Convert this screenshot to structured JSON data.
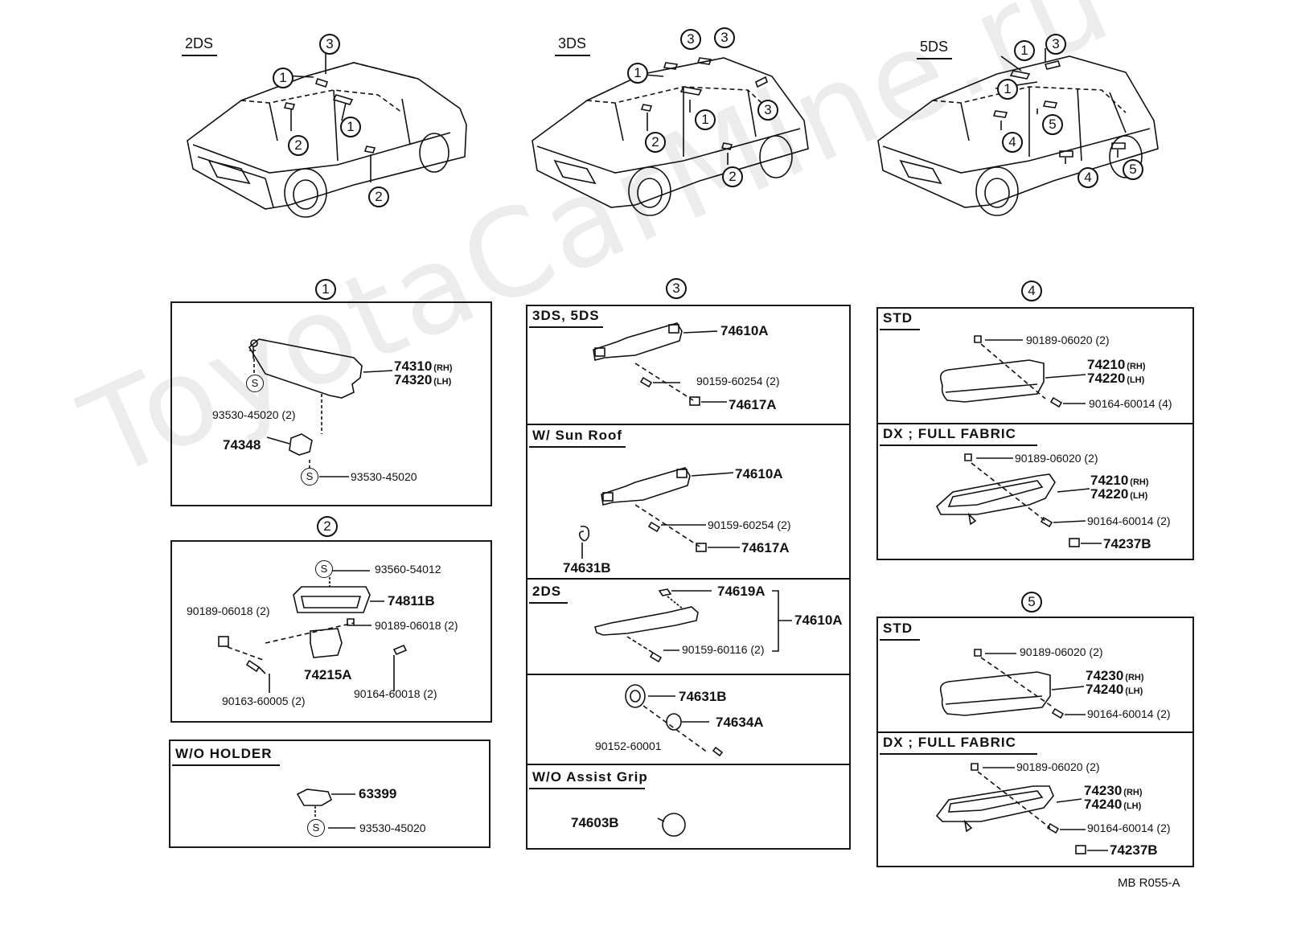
{
  "watermark": "ToyotaCarMine.ru",
  "models": {
    "a": "2DS",
    "b": "3DS",
    "c": "5DS"
  },
  "callouts": {
    "c1": "1",
    "c2": "2",
    "c3": "3",
    "c4": "4",
    "c5": "5"
  },
  "sec1": {
    "part_rh": "74310",
    "part_lh": "74320",
    "rh": "(RH)",
    "lh": "(LH)",
    "clip_a": "93530-45020 (2)",
    "holder": "74348",
    "clip_b": "93530-45020",
    "s": "S"
  },
  "sec2": {
    "screw_cap": "93560-54012",
    "handle": "74811B",
    "clip_l": "90189-06018 (2)",
    "clip_r": "90189-06018 (2)",
    "bracket": "74215A",
    "screw_l": "90163-60005 (2)",
    "screw_r": "90164-60018 (2)",
    "s": "S"
  },
  "wo_holder": {
    "header": "W/O HOLDER",
    "part": "63399",
    "clip": "93530-45020",
    "s": "S"
  },
  "sec3": {
    "p1": {
      "header": "3DS, 5DS",
      "grip": "74610A",
      "screw": "90159-60254 (2)",
      "cover": "74617A"
    },
    "p2": {
      "header": "W/ Sun Roof",
      "grip": "74610A",
      "hook": "74631B",
      "screw": "90159-60254 (2)",
      "cover": "74617A"
    },
    "p3": {
      "header": "2DS",
      "clip": "74619A",
      "grip": "74610A",
      "screw": "90159-60116 (2)"
    },
    "p4": {
      "hook": "74631B",
      "base": "74634A",
      "screw": "90152-60001"
    },
    "p5": {
      "header": "W/O Assist Grip",
      "plug": "74603B"
    }
  },
  "sec4": {
    "std": {
      "header": "STD",
      "clip": "90189-06020 (2)",
      "rh": "74210",
      "lh": "74220",
      "rh_tag": "(RH)",
      "lh_tag": "(LH)",
      "screw": "90164-60014 (4)"
    },
    "dx": {
      "header": "DX ; FULL  FABRIC",
      "clip": "90189-06020 (2)",
      "rh": "74210",
      "lh": "74220",
      "rh_tag": "(RH)",
      "lh_tag": "(LH)",
      "screw": "90164-60014 (2)",
      "cover": "74237B"
    }
  },
  "sec5": {
    "std": {
      "header": "STD",
      "clip": "90189-06020 (2)",
      "rh": "74230",
      "lh": "74240",
      "rh_tag": "(RH)",
      "lh_tag": "(LH)",
      "screw": "90164-60014 (2)"
    },
    "dx": {
      "header": "DX ; FULL  FABRIC",
      "clip": "90189-06020 (2)",
      "rh": "74230",
      "lh": "74240",
      "rh_tag": "(RH)",
      "lh_tag": "(LH)",
      "screw": "90164-60014 (2)",
      "cover": "74237B"
    }
  },
  "diagram_code": "MB  R055-A"
}
